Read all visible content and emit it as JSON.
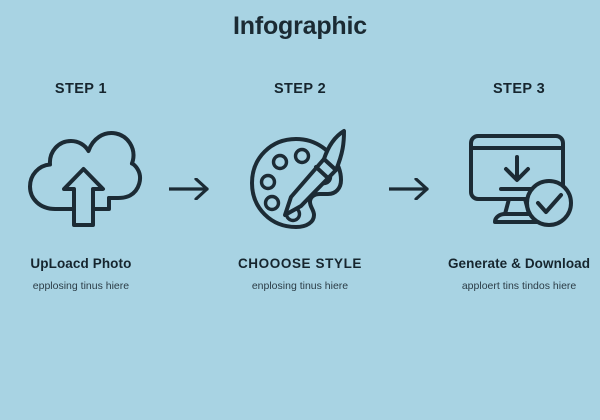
{
  "page": {
    "title": "Infographic",
    "background_color": "#a8d3e3",
    "ink_color": "#1c2b35"
  },
  "steps": [
    {
      "label": "STEP 1",
      "icon": "cloud-upload-icon",
      "caption": "UpLoacd Photo",
      "subcaption": "epplosing tinus hiere"
    },
    {
      "label": "STEP 2",
      "icon": "paint-palette-icon",
      "caption": "CHOOOSE STYLE",
      "subcaption": "enplosing tinus hiere"
    },
    {
      "label": "STEP 3",
      "icon": "monitor-download-check-icon",
      "caption": "Generate & Download",
      "subcaption": "apploert tins tindos hiere"
    }
  ],
  "connectors": [
    {
      "icon": "arrow-right-icon"
    },
    {
      "icon": "arrow-right-icon"
    }
  ]
}
